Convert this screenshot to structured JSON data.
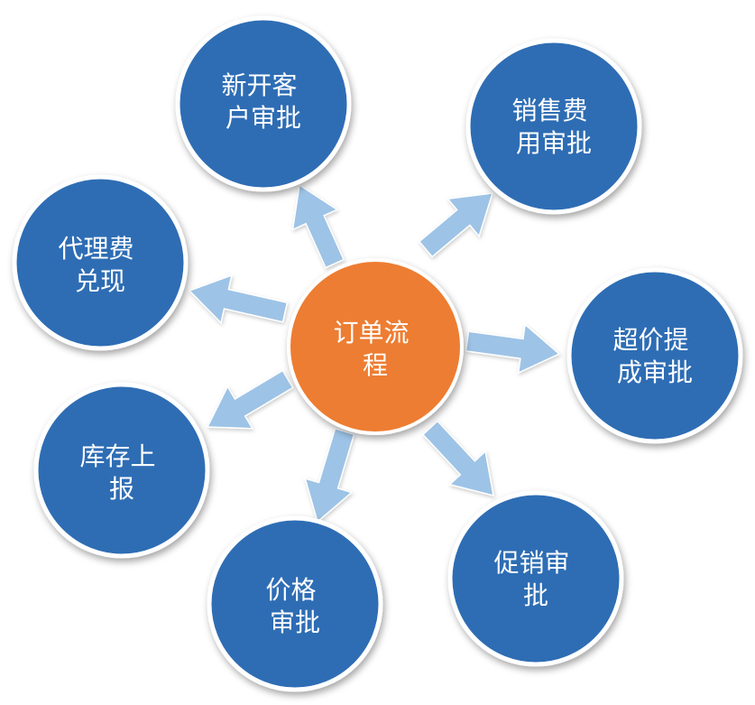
{
  "center": {
    "lines": [
      "订单流",
      "程"
    ],
    "color": "#ED7D31"
  },
  "nodes": [
    {
      "id": "new-customer-approval",
      "lines": [
        "新开客",
        "户审批"
      ]
    },
    {
      "id": "sales-expense-approval",
      "lines": [
        "销售费",
        "用审批"
      ]
    },
    {
      "id": "over-price-commission-approval",
      "lines": [
        "超价提",
        "成审批"
      ]
    },
    {
      "id": "promotion-approval",
      "lines": [
        "促销审",
        "批"
      ]
    },
    {
      "id": "price-approval",
      "lines": [
        "价格",
        "审批"
      ]
    },
    {
      "id": "inventory-report",
      "lines": [
        "库存上",
        "报"
      ]
    },
    {
      "id": "agency-fee-payout",
      "lines": [
        "代理费",
        "兑现"
      ]
    }
  ],
  "colors": {
    "node_fill": "#2E6DB4",
    "node_border": "#FFFFFF",
    "arrow_fill": "#9DC3E6",
    "arrow_stroke": "#FFFFFF",
    "text": "#FFFFFF"
  }
}
